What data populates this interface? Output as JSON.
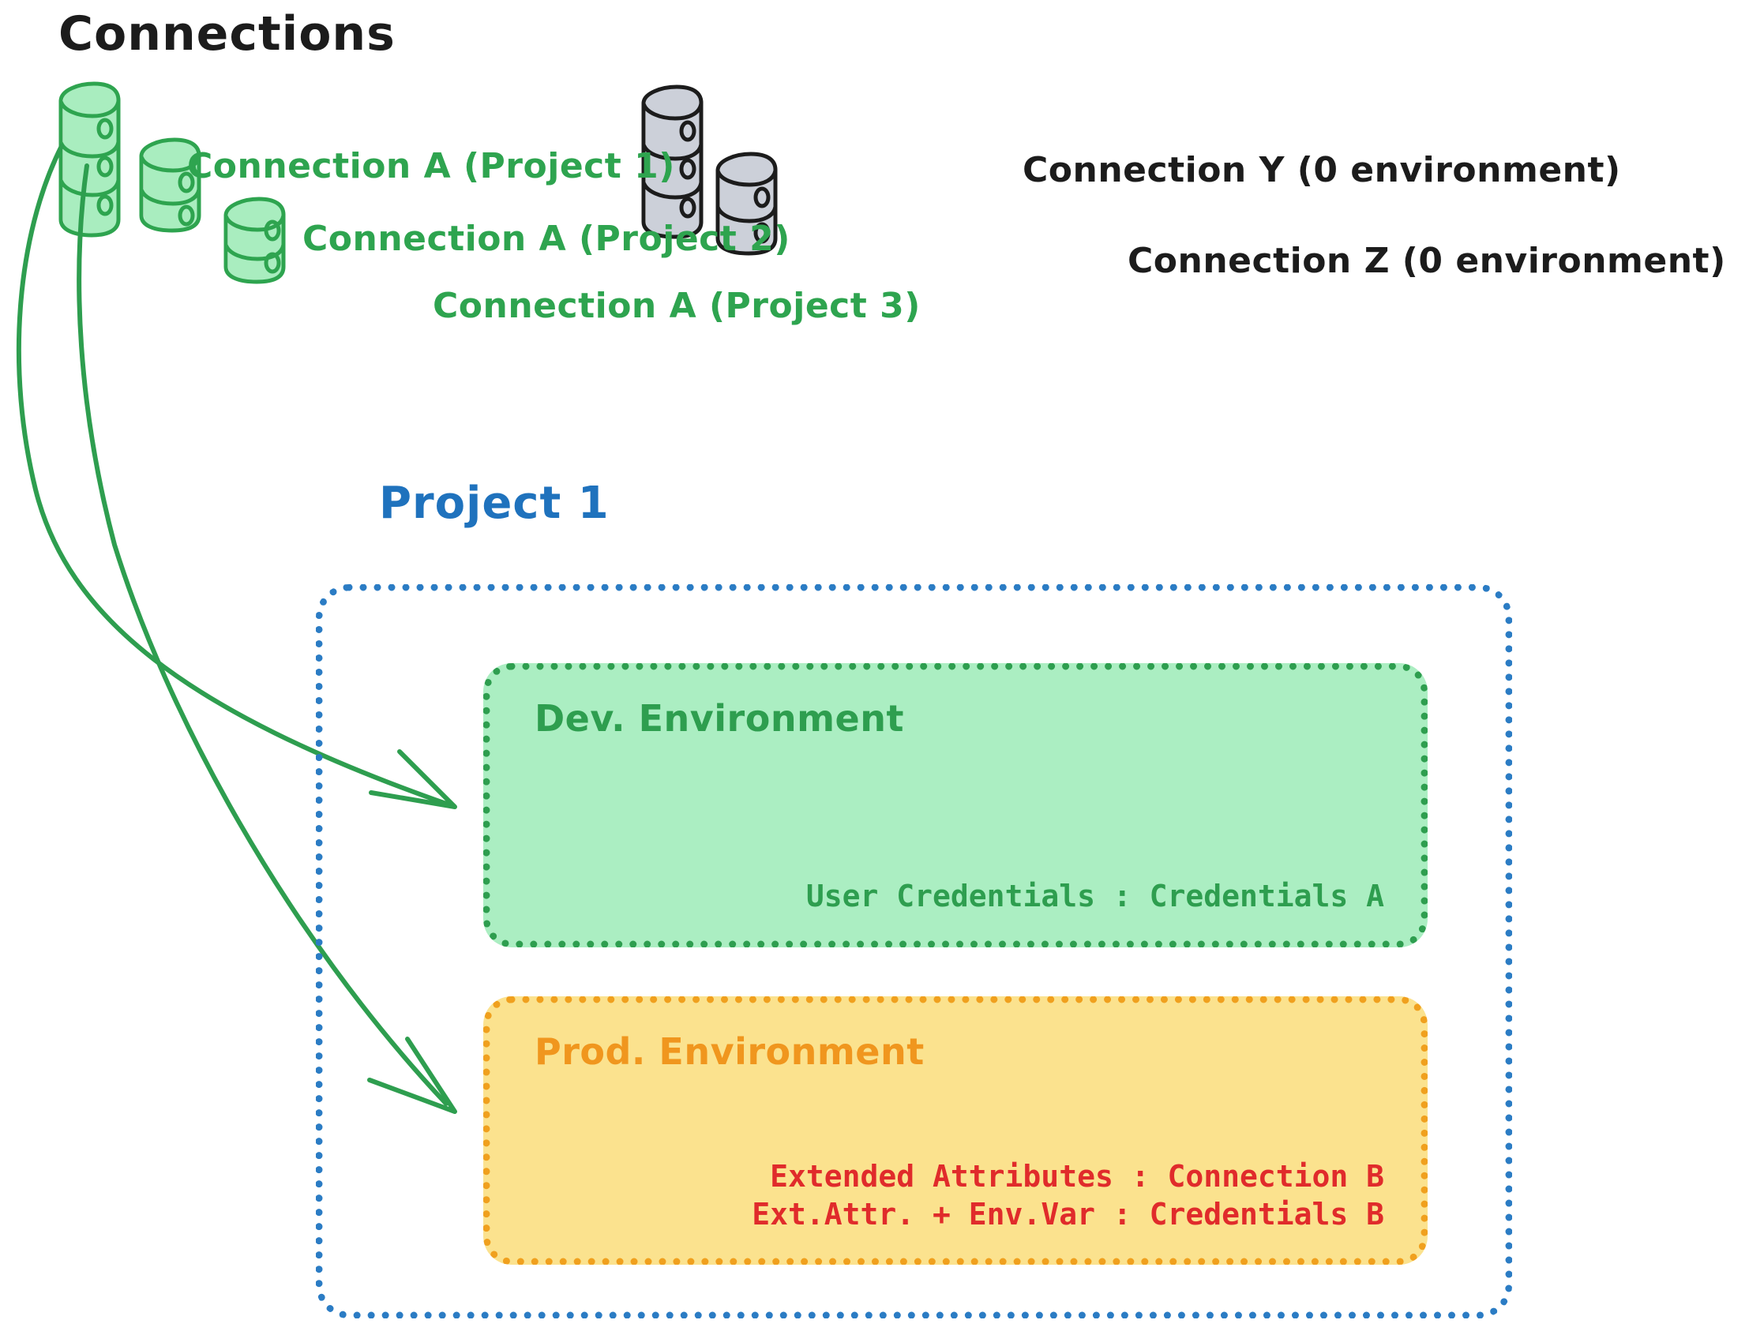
{
  "headings": {
    "connections": "Connections",
    "project": "Project 1"
  },
  "colors": {
    "green_stroke": "#2ea44f",
    "green_fill": "#abeec2",
    "blue": "#2b7cc4",
    "orange_stroke": "#f0a01e",
    "orange_fill": "#fbe28e",
    "red": "#e02b2b",
    "gray_fill": "#ccd0d9",
    "black": "#1c1c1c"
  },
  "connections": {
    "green": [
      {
        "label": "Connection A (Project 1)",
        "icon": "database-cylinder-icon"
      },
      {
        "label": "Connection A (Project 2)",
        "icon": "database-cylinder-icon"
      },
      {
        "label": "Connection A (Project 3)",
        "icon": "database-cylinder-icon"
      }
    ],
    "gray": [
      {
        "label": "Connection Y (0 environment)",
        "icon": "database-cylinder-icon"
      },
      {
        "label": "Connection Z (0 environment)",
        "icon": "database-cylinder-icon"
      }
    ]
  },
  "project": {
    "name": "Project 1",
    "environments": [
      {
        "title": "Dev. Environment",
        "kind": "dev",
        "lines": [
          "User Credentials : Credentials A"
        ]
      },
      {
        "title": "Prod. Environment",
        "kind": "prod",
        "lines": [
          "Extended Attributes : Connection B",
          "Ext.Attr. + Env.Var : Credentials B"
        ]
      }
    ]
  },
  "arrows": [
    {
      "name": "arrow-connection-a-to-dev",
      "from": "Connection A (Project 1)",
      "to": "Dev. Environment"
    },
    {
      "name": "arrow-connection-a-to-prod",
      "from": "Connection A (Project 1)",
      "to": "Prod. Environment"
    }
  ]
}
